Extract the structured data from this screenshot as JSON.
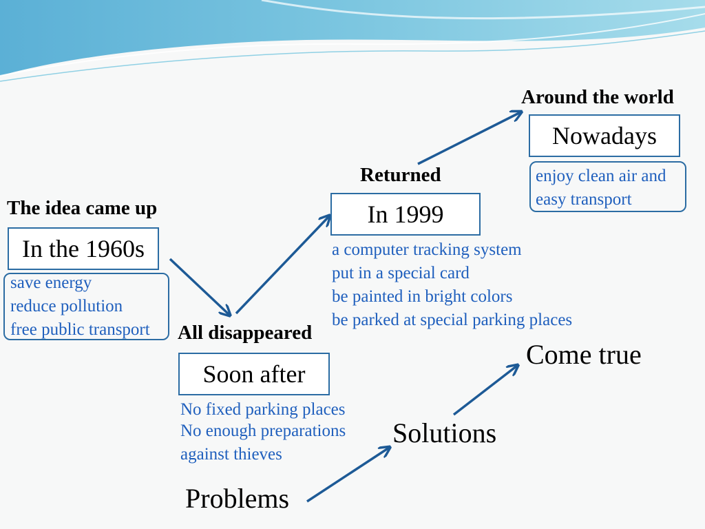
{
  "colors": {
    "accent": "#2b6ca3",
    "note_text": "#1f5fbd",
    "arrow": "#1d5a96"
  },
  "stages": {
    "s1960": {
      "heading": "The idea came up",
      "box": "In the 1960s",
      "notes": [
        "save energy",
        "reduce pollution",
        "free public transport"
      ]
    },
    "s_soon": {
      "heading": "All disappeared",
      "box": "Soon after",
      "notes": [
        "No fixed parking places",
        "No enough preparations",
        "against thieves"
      ]
    },
    "s1999": {
      "heading": "Returned",
      "box": "In 1999",
      "notes": [
        "a computer tracking system",
        "put in a special card",
        "be painted in bright colors",
        "be parked at special parking places"
      ]
    },
    "s_now": {
      "heading": "Around the world",
      "box": "Nowadays",
      "notes": [
        "enjoy clean air and",
        "easy transport"
      ]
    }
  },
  "flow": {
    "start": "Problems",
    "middle": "Solutions",
    "end": "Come true"
  }
}
